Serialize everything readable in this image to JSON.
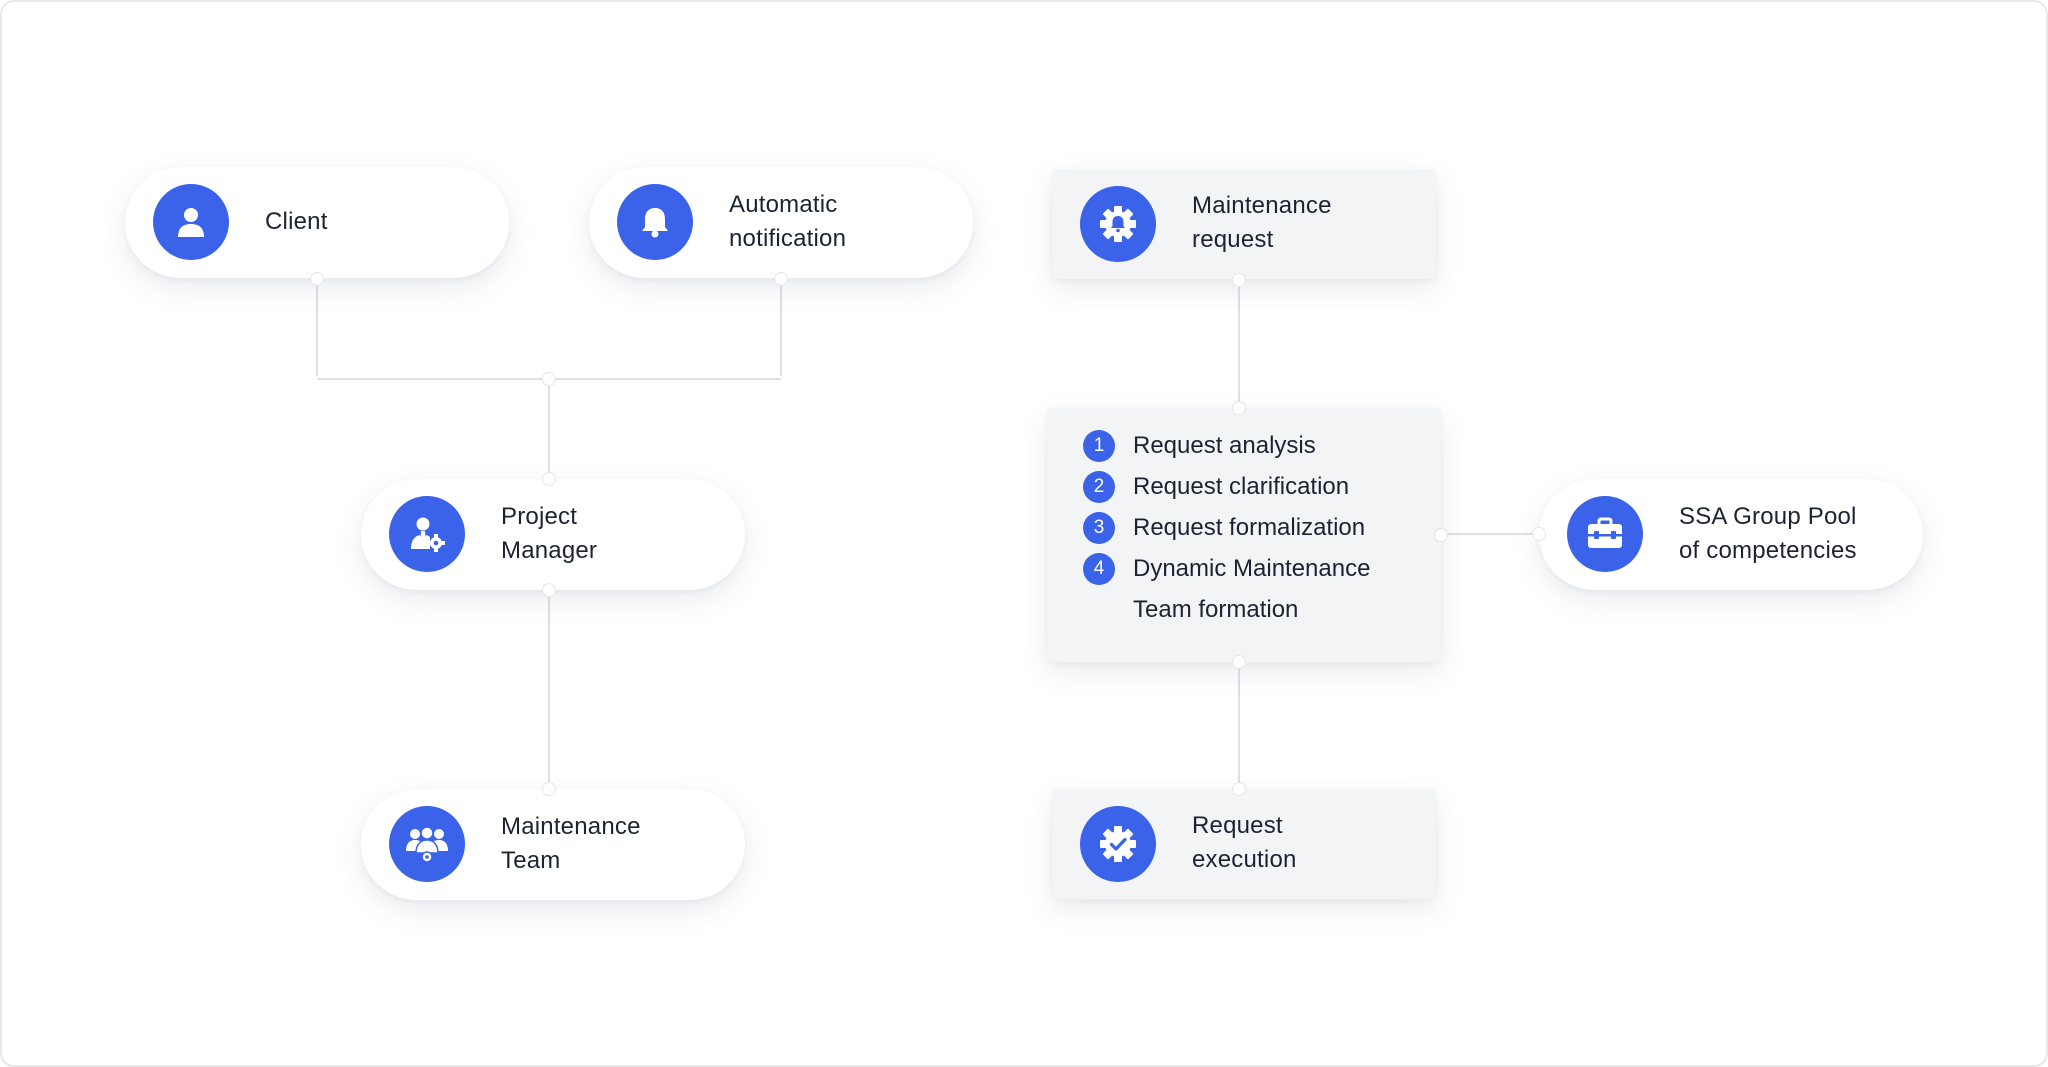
{
  "nodes": {
    "client": {
      "label_line1": "Client",
      "icon": "user-icon"
    },
    "notification": {
      "label_line1": "Automatic",
      "label_line2": "notification",
      "icon": "bell-icon"
    },
    "maintenance_request": {
      "label_line1": "Maintenance",
      "label_line2": "request",
      "icon": "gear-icon"
    },
    "project_manager": {
      "label_line1": "Project",
      "label_line2": "Manager",
      "icon": "user-gear-icon"
    },
    "maintenance_team": {
      "label_line1": "Maintenance",
      "label_line2": "Team",
      "icon": "team-icon"
    },
    "ssa_pool": {
      "label_line1": "SSA Group Pool",
      "label_line2": "of competencies",
      "icon": "briefcase-icon"
    },
    "request_execution": {
      "label_line1": "Request",
      "label_line2": "execution",
      "icon": "badge-check-icon"
    }
  },
  "process_steps": {
    "items": [
      {
        "num": "1",
        "text": "Request analysis"
      },
      {
        "num": "2",
        "text": "Request clarification"
      },
      {
        "num": "3",
        "text": "Request formalization"
      },
      {
        "num": "4",
        "text": "Dynamic Maintenance",
        "text_cont": "Team formation"
      }
    ]
  },
  "colors": {
    "accent": "#3a63ea",
    "card": "#f2f4f6",
    "line": "#dde1e6"
  }
}
